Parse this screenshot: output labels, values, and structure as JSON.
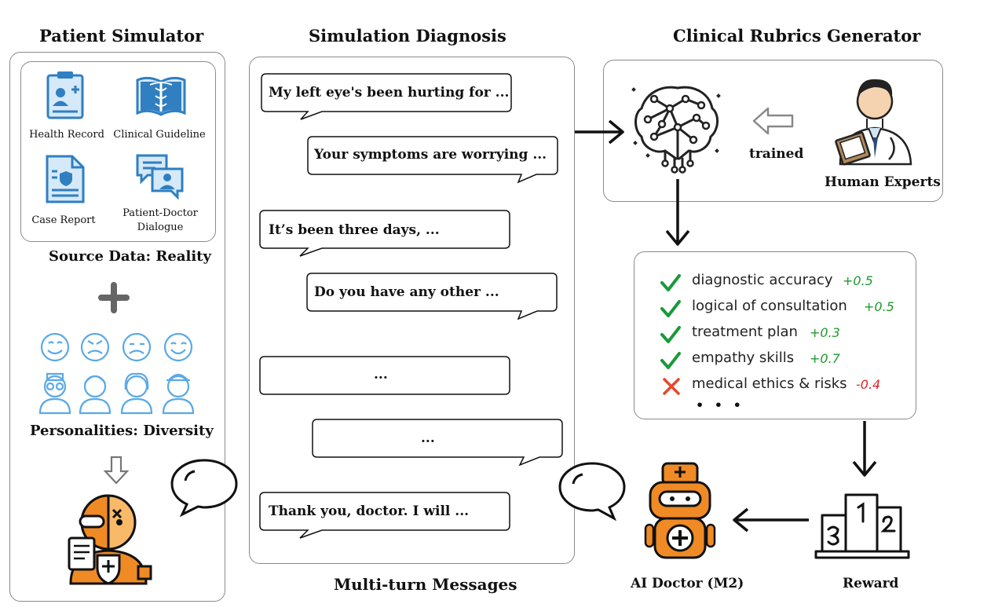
{
  "patient_simulator": {
    "title": "Patient  Simulator",
    "sources": [
      {
        "label": "Health Record",
        "icon": "health-record-icon"
      },
      {
        "label": "Clinical Guideline",
        "icon": "clinical-guideline-icon"
      },
      {
        "label": "Case Report",
        "icon": "case-report-icon"
      },
      {
        "label": "Patient-Doctor Dialogue",
        "icon": "dialogue-icon"
      }
    ],
    "source_caption": "Source Data: Reality",
    "personalities_caption": "Personalities:  Diversity"
  },
  "simulation": {
    "title": "Simulation Diagnosis",
    "messages": [
      "My left eye's been hurting for ...",
      "Your symptoms are worrying ...",
      "It’s been three days, ...",
      "Do you have any other ...",
      "...",
      "...",
      "Thank you, doctor. I will ..."
    ],
    "caption": "Multi-turn Messages"
  },
  "rubrics_generator": {
    "title": "Clinical Rubrics Generator",
    "trained_label": "trained",
    "experts_label": "Human Experts"
  },
  "rubrics": [
    {
      "label": "diagnostic accuracy",
      "score": "+0.5",
      "pass": true
    },
    {
      "label": "logical of  consultation",
      "score": "+0.5",
      "pass": true
    },
    {
      "label": "treatment plan",
      "score": "+0.3",
      "pass": true
    },
    {
      "label": "empathy skills",
      "score": "+0.7",
      "pass": true
    },
    {
      "label": "medical ethics & risks",
      "score": "-0.4",
      "pass": false
    }
  ],
  "rubrics_more": "• • •",
  "reward_label": "Reward",
  "ai_doctor_label": "AI Doctor (M2)",
  "colors": {
    "icon_blue": "#2f7fc1",
    "face_blue": "#5aa9e6",
    "check_green": "#1a9a3a",
    "cross_red": "#e8472b",
    "score_green": "#1f9a2e",
    "score_red": "#e0202a",
    "robot_orange": "#f08a24"
  }
}
